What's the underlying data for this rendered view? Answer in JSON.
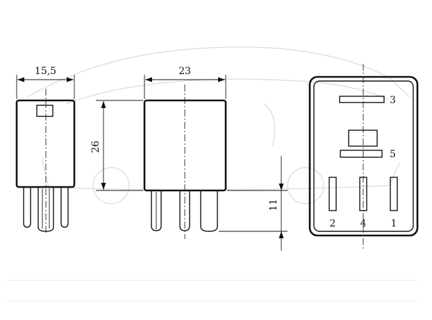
{
  "dimensions": {
    "side_width": "15,5",
    "front_width": "23",
    "front_height": "26",
    "pin_length": "11"
  },
  "pin_numbers": {
    "top_right": "3",
    "middle_right": "5",
    "bottom_left": "2",
    "bottom_middle": "4",
    "bottom_right": "1"
  }
}
